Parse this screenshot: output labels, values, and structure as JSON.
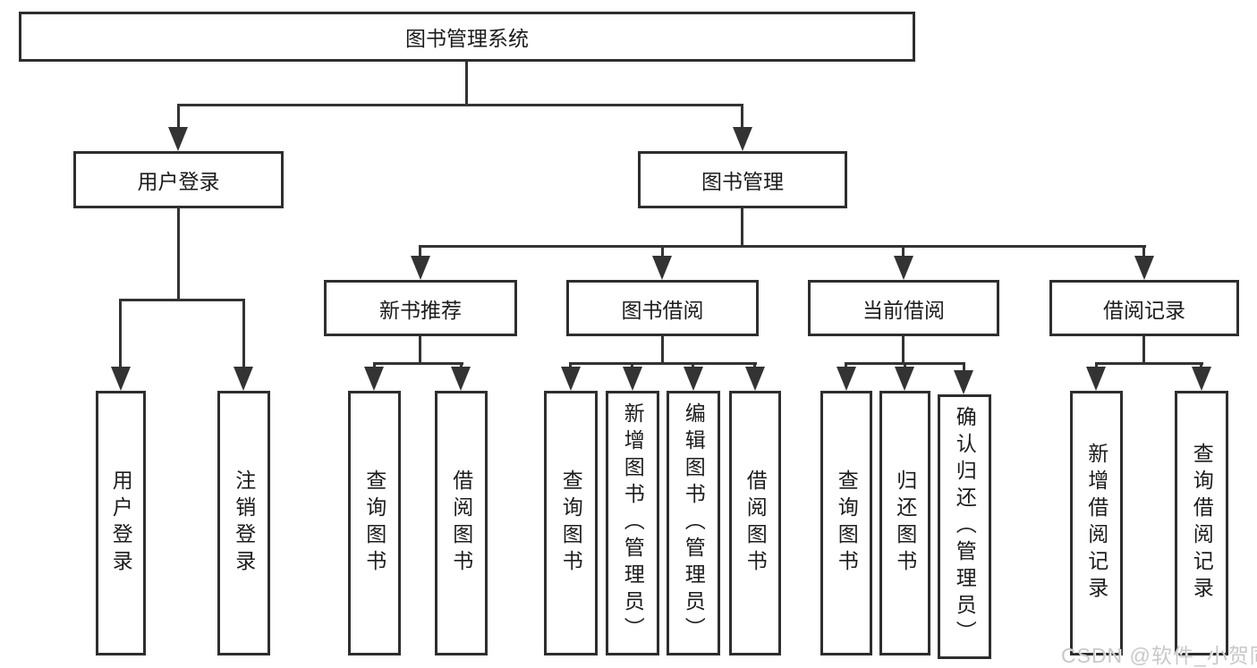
{
  "diagram_title": "图书管理系统",
  "tree": {
    "label": "图书管理系统",
    "children": [
      {
        "label": "用户登录",
        "children": [
          {
            "label": "用户登录"
          },
          {
            "label": "注销登录"
          }
        ]
      },
      {
        "label": "图书管理",
        "children": [
          {
            "label": "新书推荐",
            "children": [
              {
                "label": "查询图书"
              },
              {
                "label": "借阅图书"
              }
            ]
          },
          {
            "label": "图书借阅",
            "children": [
              {
                "label": "查询图书"
              },
              {
                "label": "新增图书（管理员）"
              },
              {
                "label": "编辑图书（管理员）"
              },
              {
                "label": "借阅图书"
              }
            ]
          },
          {
            "label": "当前借阅",
            "children": [
              {
                "label": "查询图书"
              },
              {
                "label": "归还图书"
              },
              {
                "label": "确认归还（管理员）"
              }
            ]
          },
          {
            "label": "借阅记录",
            "children": [
              {
                "label": "新增借阅记录"
              },
              {
                "label": "查询借阅记录"
              }
            ]
          }
        ]
      }
    ]
  },
  "watermark": {
    "text": "CSDN @软件_小贺同学"
  },
  "colors": {
    "background": "#ffffff",
    "box_border": "#2e2e2e",
    "connector_line": "#333333",
    "text": "#1c1c1c",
    "watermark": "#c8c8c8"
  }
}
